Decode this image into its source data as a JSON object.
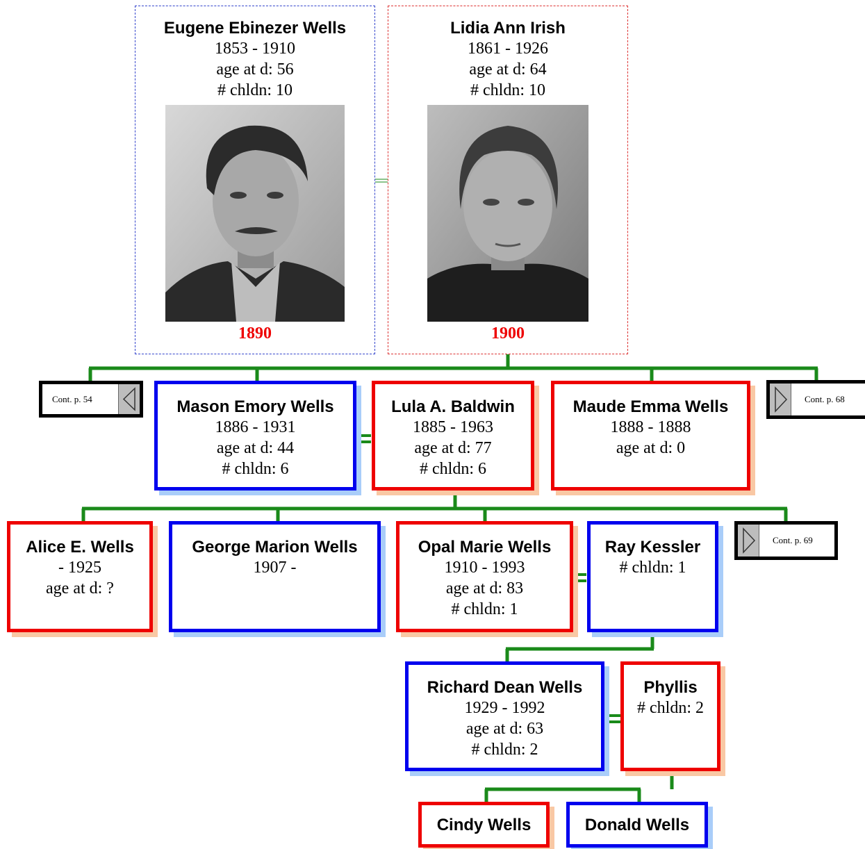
{
  "parents": {
    "father": {
      "name": "Eugene Ebinezer Wells",
      "dates": "1853 - 1910",
      "age": "age at d: 56",
      "children": "# chldn: 10",
      "photo_year": "1890",
      "photo_icon": "portrait-man"
    },
    "mother": {
      "name": "Lidia Ann Irish",
      "dates": "1861 - 1926",
      "age": "age at d: 64",
      "children": "# chldn: 10",
      "photo_year": "1900",
      "photo_icon": "portrait-woman"
    }
  },
  "continuations": {
    "p54": "Cont. p. 54",
    "p68": "Cont. p. 68",
    "p69": "Cont. p. 69"
  },
  "generation2": {
    "mason": {
      "name": "Mason Emory Wells",
      "dates": "1886 - 1931",
      "age": "age at d: 44",
      "children": "# chldn: 6"
    },
    "lula": {
      "name": "Lula A. Baldwin",
      "dates": "1885 - 1963",
      "age": "age at d: 77",
      "children": "# chldn: 6"
    },
    "maude": {
      "name": "Maude Emma Wells",
      "dates": "1888 - 1888",
      "age": "age at d: 0"
    }
  },
  "generation3": {
    "alice": {
      "name": "Alice E. Wells",
      "dates": "- 1925",
      "age": "age at d: ?"
    },
    "george": {
      "name": "George Marion Wells",
      "dates": "1907 -"
    },
    "opal": {
      "name": "Opal Marie Wells",
      "dates": "1910 - 1993",
      "age": "age at d: 83",
      "children": "# chldn: 1"
    },
    "ray": {
      "name": "Ray Kessler",
      "children": "# chldn: 1"
    }
  },
  "generation4": {
    "richard": {
      "name": "Richard Dean Wells",
      "dates": "1929 - 1992",
      "age": "age at d: 63",
      "children": "# chldn: 2"
    },
    "phyllis": {
      "name": "Phyllis",
      "children": "# chldn: 2"
    }
  },
  "generation5": {
    "cindy": {
      "name": "Cindy Wells"
    },
    "donald": {
      "name": "Donald Wells"
    }
  },
  "colors": {
    "male_border": "#0000ee",
    "female_border": "#ee0000",
    "male_shadow": "#a9cdf9",
    "female_shadow": "#f9c8a4",
    "connector": "#1a8a1a",
    "photo_year": "#ee0000"
  }
}
